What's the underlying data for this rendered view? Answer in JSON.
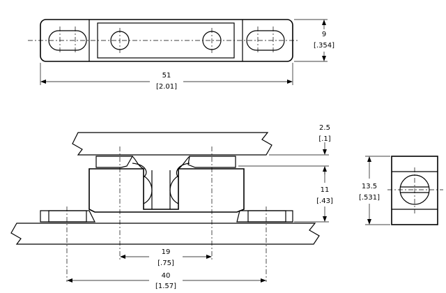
{
  "dimensions": {
    "top_height_mm": "9",
    "top_height_in": "[.354]",
    "top_length_mm": "51",
    "top_length_in": "[2.01]",
    "gap_mm": "2.5",
    "gap_in": "[.1]",
    "body_height_mm": "11",
    "body_height_in": "[.43]",
    "side_height_mm": "13.5",
    "side_height_in": "[.531]",
    "inner_spacing_mm": "19",
    "inner_spacing_in": "[.75]",
    "outer_spacing_mm": "40",
    "outer_spacing_in": "[1.57]"
  }
}
